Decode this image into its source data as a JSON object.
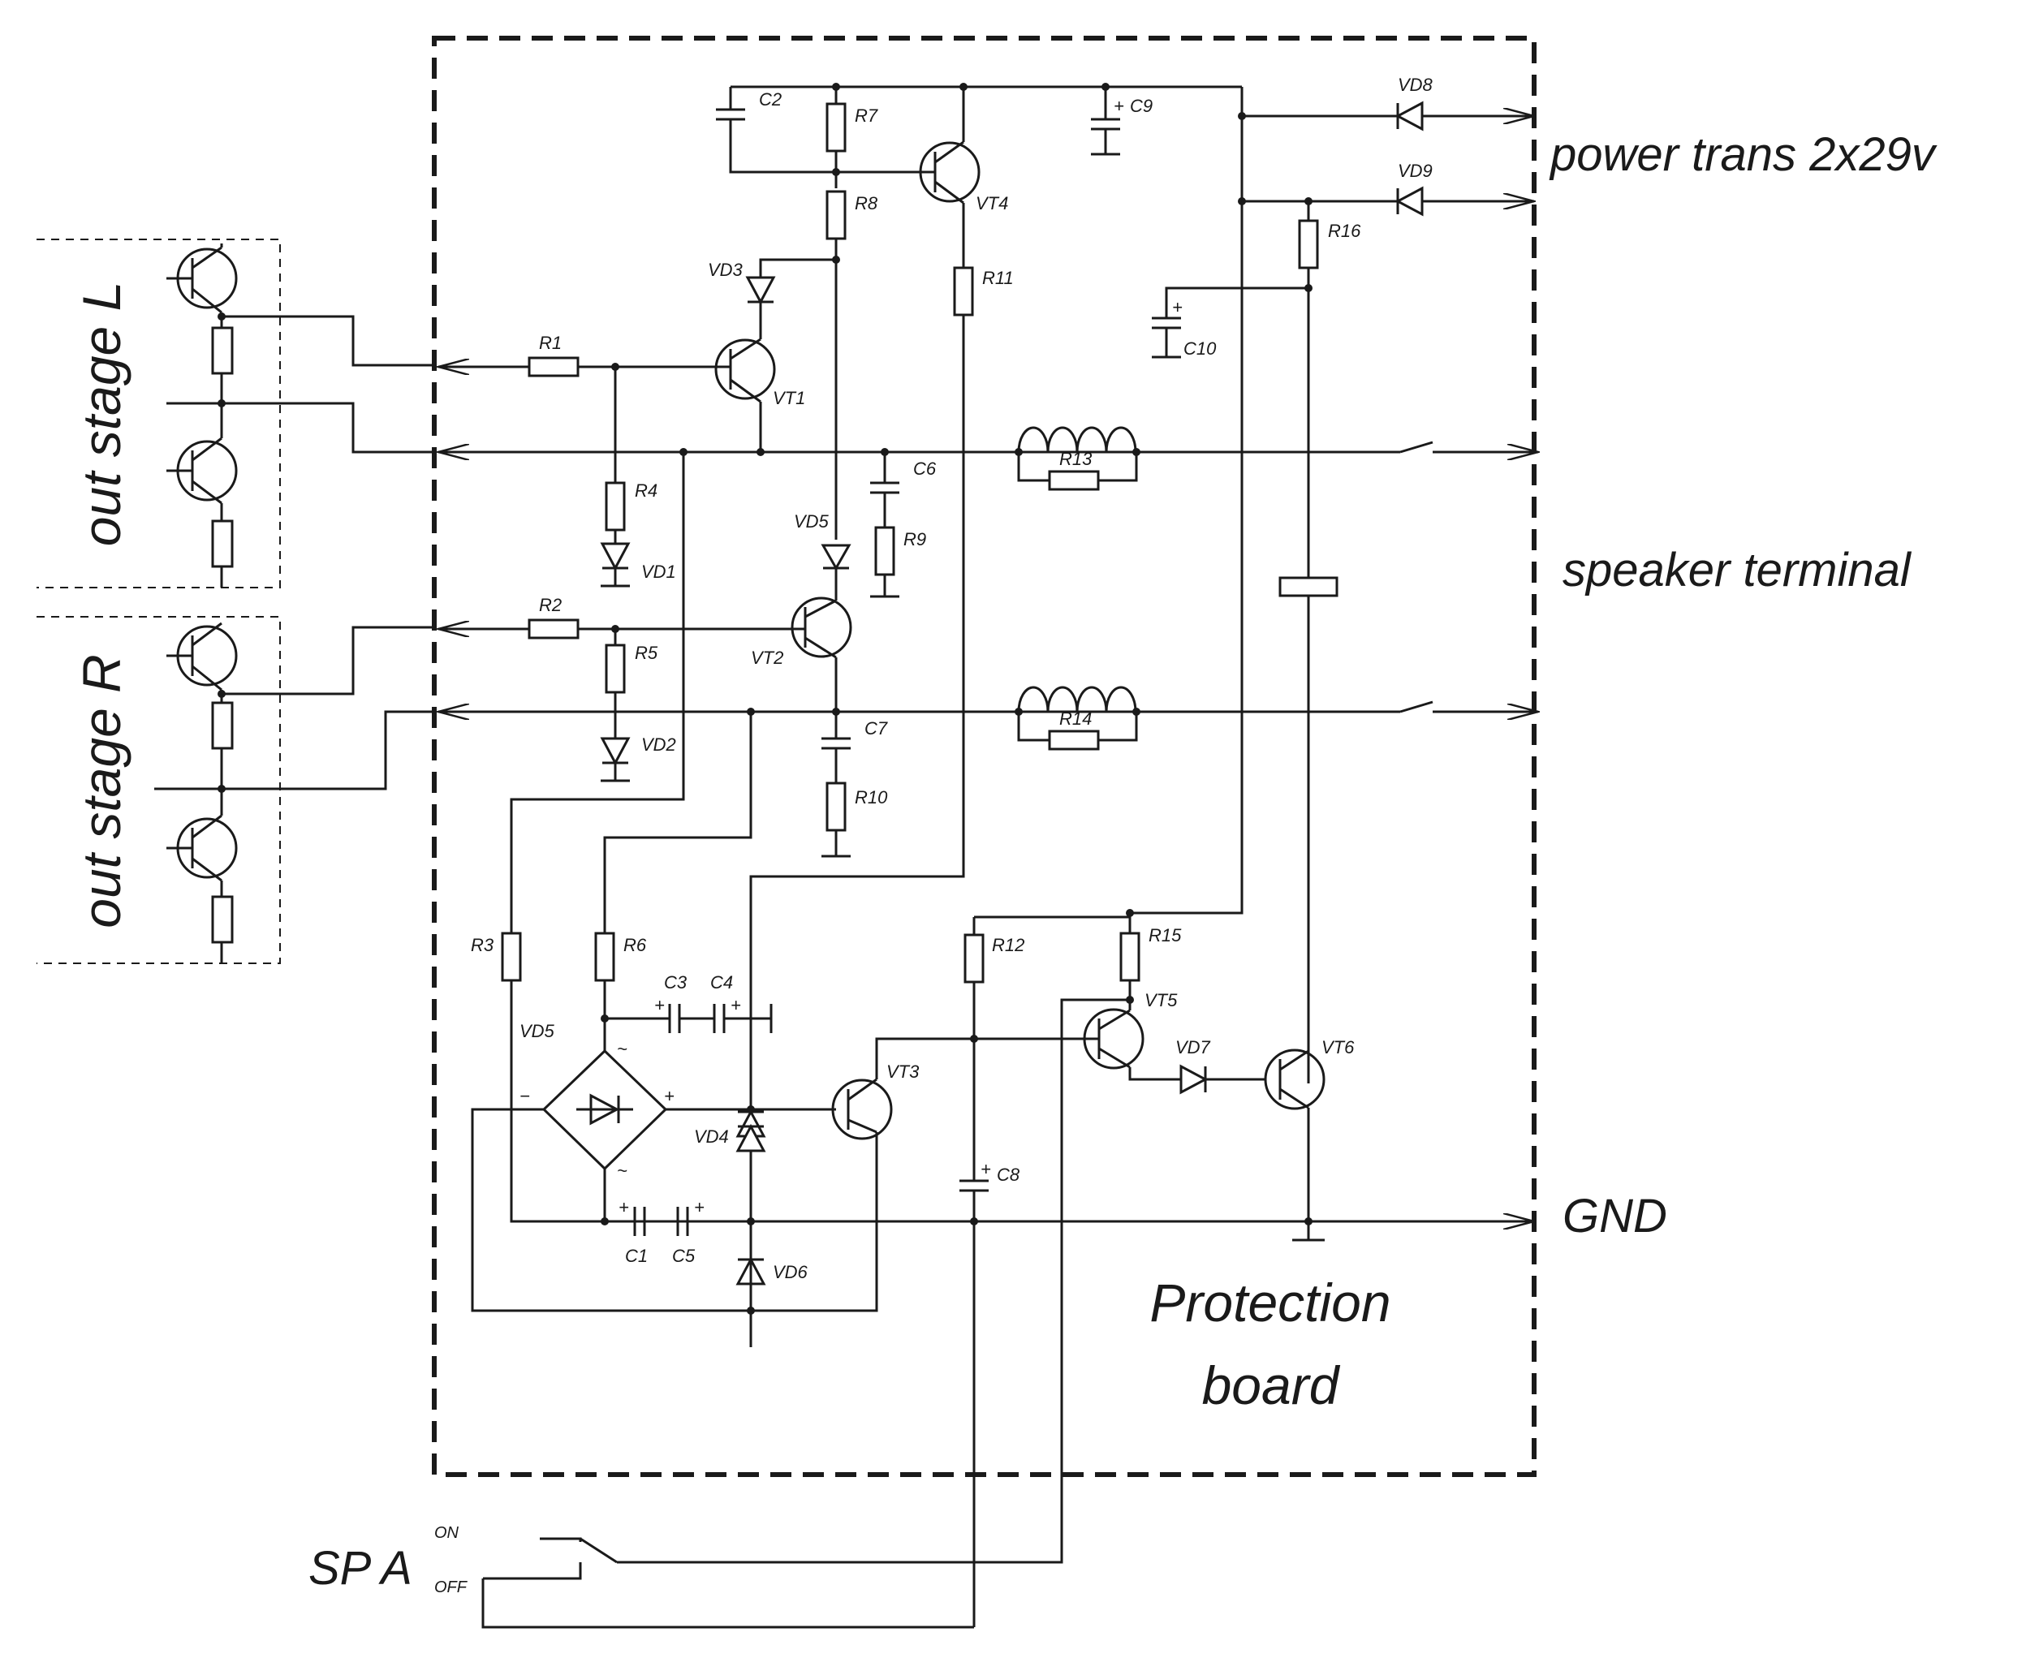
{
  "external": {
    "out_stage_l": "out stage L",
    "out_stage_r": "out stage R",
    "power_trans": "power trans 2x29v",
    "speaker_terminal": "speaker terminal",
    "gnd": "GND",
    "protection_board_line1": "Protection",
    "protection_board_line2": "board",
    "sp_a": "SP A",
    "on": "ON",
    "off": "OFF"
  },
  "resistors": [
    "R1",
    "R2",
    "R3",
    "R4",
    "R5",
    "R6",
    "R7",
    "R8",
    "R9",
    "R10",
    "R11",
    "R12",
    "R13",
    "R14",
    "R15",
    "R16"
  ],
  "capacitors": [
    "C1",
    "C2",
    "C3",
    "C4",
    "C5",
    "C6",
    "C7",
    "C8",
    "C9",
    "C10"
  ],
  "diodes": [
    "VD1",
    "VD2",
    "VD3",
    "VD4",
    "VD5",
    "VD5",
    "VD6",
    "VD7",
    "VD8",
    "VD9"
  ],
  "transistors": [
    "VT1",
    "VT2",
    "VT3",
    "VT4",
    "VT5",
    "VT6"
  ],
  "polarity": {
    "plus": "+",
    "minus": "−",
    "ac": "~"
  }
}
